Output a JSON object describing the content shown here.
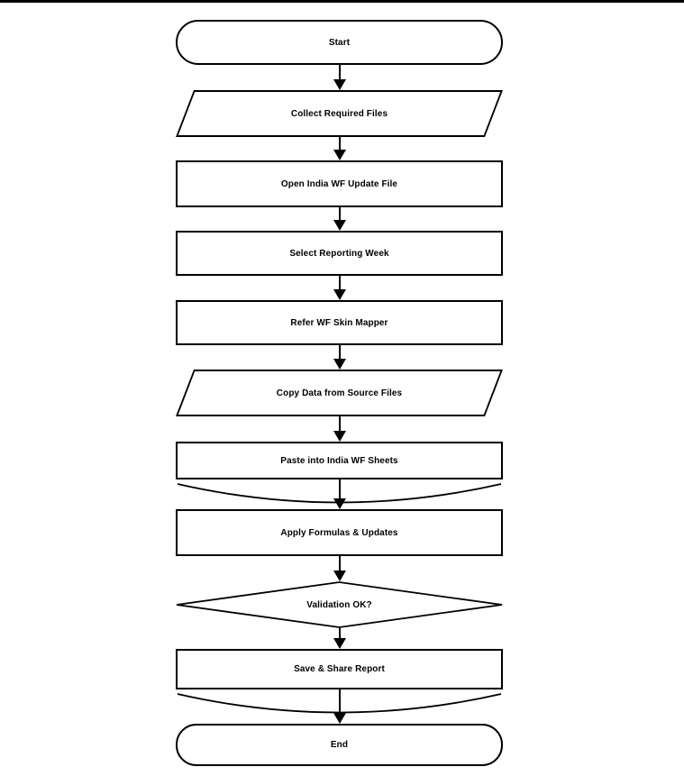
{
  "diagram": {
    "type": "flowchart",
    "direction": "top-down",
    "colors": {
      "stroke": "#000000",
      "fill": "#ffffff",
      "background": "#ffffff",
      "text": "#000000"
    },
    "nodes": [
      {
        "id": "start",
        "shape": "terminator",
        "label": "Start"
      },
      {
        "id": "collect-required-files",
        "shape": "input-output",
        "label": "Collect Required Files"
      },
      {
        "id": "open-india-wf-update-file",
        "shape": "process",
        "label": "Open India WF Update File"
      },
      {
        "id": "select-reporting-week",
        "shape": "process",
        "label": "Select Reporting Week"
      },
      {
        "id": "refer-wf-skin-mapper",
        "shape": "process",
        "label": "Refer WF Skin Mapper"
      },
      {
        "id": "copy-data-from-source-files",
        "shape": "input-output",
        "label": "Copy Data from Source Files"
      },
      {
        "id": "paste-into-india-wf-sheets",
        "shape": "document",
        "label": "Paste into India WF Sheets"
      },
      {
        "id": "apply-formulas-updates",
        "shape": "process",
        "label": "Apply Formulas & Updates"
      },
      {
        "id": "validation-ok",
        "shape": "decision",
        "label": "Validation OK?"
      },
      {
        "id": "save-share-report",
        "shape": "document",
        "label": "Save & Share Report"
      },
      {
        "id": "end",
        "shape": "terminator",
        "label": "End"
      }
    ],
    "edges": [
      {
        "from": "start",
        "to": "collect-required-files"
      },
      {
        "from": "collect-required-files",
        "to": "open-india-wf-update-file"
      },
      {
        "from": "open-india-wf-update-file",
        "to": "select-reporting-week"
      },
      {
        "from": "select-reporting-week",
        "to": "refer-wf-skin-mapper"
      },
      {
        "from": "refer-wf-skin-mapper",
        "to": "copy-data-from-source-files"
      },
      {
        "from": "copy-data-from-source-files",
        "to": "paste-into-india-wf-sheets"
      },
      {
        "from": "paste-into-india-wf-sheets",
        "to": "apply-formulas-updates"
      },
      {
        "from": "apply-formulas-updates",
        "to": "validation-ok"
      },
      {
        "from": "validation-ok",
        "to": "save-share-report"
      },
      {
        "from": "save-share-report",
        "to": "end"
      }
    ]
  }
}
